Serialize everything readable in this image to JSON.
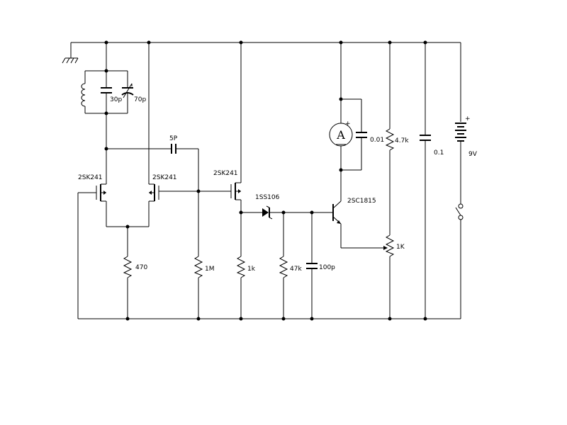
{
  "labels": {
    "c_30p": "30p",
    "c_70p": "70p",
    "c_5p": "5P",
    "q1": "2SK241",
    "q2": "2SK241",
    "q3": "2SK241",
    "d1": "1SS106",
    "q4": "2SC1815",
    "r_470": "470",
    "r_1m": "1M",
    "r_1k": "1k",
    "r_47k": "47k",
    "c_100p": "100p",
    "c_001": "0.01",
    "r_47k_top": "4.7k",
    "vr_1k": "1K",
    "c_01": "0.1",
    "batt": "9V",
    "meter": "A",
    "plus_meter": "+",
    "plus_batt": "+"
  },
  "icons": [
    "ground-icon",
    "inductor-icon",
    "capacitor-icon",
    "variable-capacitor-icon",
    "mosfet-icon",
    "diode-icon",
    "npn-transistor-icon",
    "resistor-icon",
    "potentiometer-icon",
    "ammeter-icon",
    "battery-icon",
    "switch-icon"
  ]
}
